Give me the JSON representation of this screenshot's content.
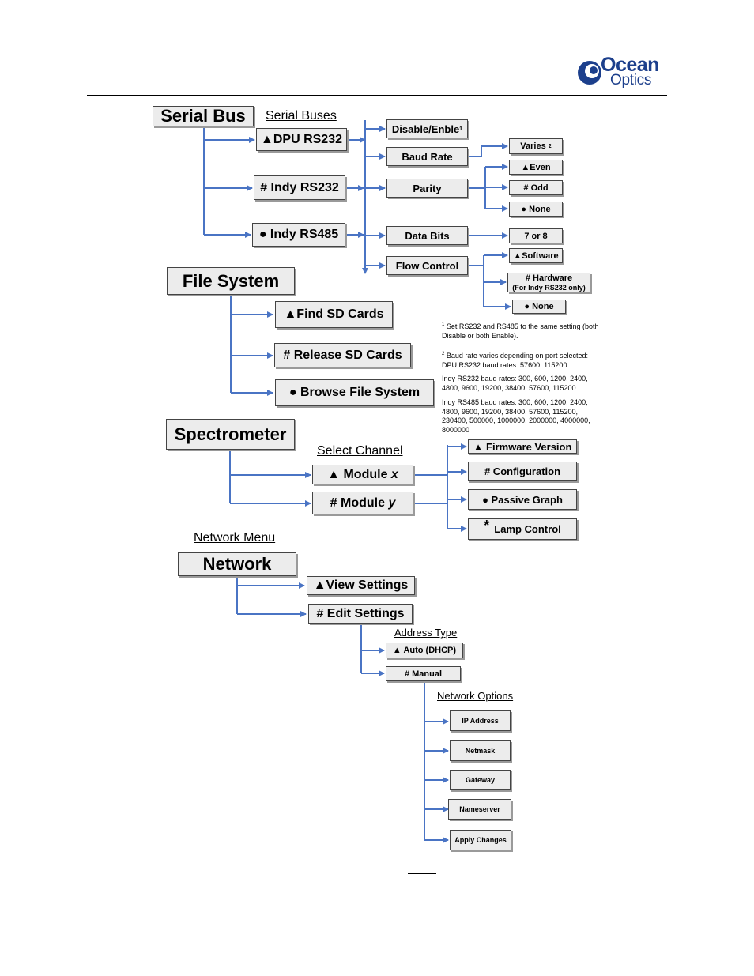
{
  "header": {
    "brand_line1": "Ocean",
    "brand_line2": "Optics"
  },
  "serial_bus": {
    "title": "Serial Bus",
    "section_label": "Serial Buses",
    "ports": [
      "▲DPU RS232",
      "# Indy RS232",
      "● Indy RS485"
    ],
    "settings": [
      "Disable/Enble",
      "Baud Rate",
      "Parity",
      "Data Bits",
      "Flow Control"
    ],
    "disable_sup": "1",
    "baud_option": "Varies",
    "baud_sup": "2",
    "parity_options": [
      "▲Even",
      "# Odd",
      "● None"
    ],
    "data_bits_option": "7 or 8",
    "flow_options": {
      "software": "▲Software",
      "hardware": "# Hardware",
      "hardware_note": "(For Indy RS232 only)",
      "none": "● None"
    },
    "notes": {
      "n1_sup": "1",
      "n1": " Set RS232 and RS485 to the same setting (both Disable or both Enable).",
      "n2_sup": "2",
      "n2": " Baud rate varies depending on port selected: DPU RS232 baud rates: 57600, 115200",
      "n3": "Indy RS232 baud rates: 300, 600, 1200, 2400, 4800, 9600, 19200, 38400, 57600, 115200",
      "n4": "Indy RS485 baud rates:  300, 600, 1200, 2400, 4800, 9600, 19200, 38400, 57600, 115200, 230400, 500000, 1000000, 2000000, 4000000, 8000000"
    }
  },
  "file_system": {
    "title": "File System",
    "items": [
      "▲Find SD Cards",
      "# Release SD Cards",
      "● Browse File System"
    ]
  },
  "spectrometer": {
    "title": "Spectrometer",
    "channel_label": "Select Channel",
    "modules": [
      {
        "prefix": "▲ Module ",
        "var": "x"
      },
      {
        "prefix": "# Module ",
        "var": "y"
      }
    ],
    "options": [
      "▲ Firmware Version",
      "# Configuration",
      "● Passive Graph",
      "Lamp Control"
    ],
    "lamp_symbol": "*"
  },
  "network": {
    "menu_label": "Network Menu",
    "title": "Network",
    "items": [
      "▲View Settings",
      "# Edit Settings"
    ],
    "address_label": "Address Type",
    "address_types": [
      "▲ Auto (DHCP)",
      "# Manual"
    ],
    "options_label": "Network Options",
    "options": [
      "IP Address",
      "Netmask",
      "Gateway",
      "Nameserver",
      "Apply Changes"
    ]
  },
  "colors": {
    "connector": "#4a74c4",
    "box_fill": "#ececec",
    "brand": "#1c3f8c"
  }
}
